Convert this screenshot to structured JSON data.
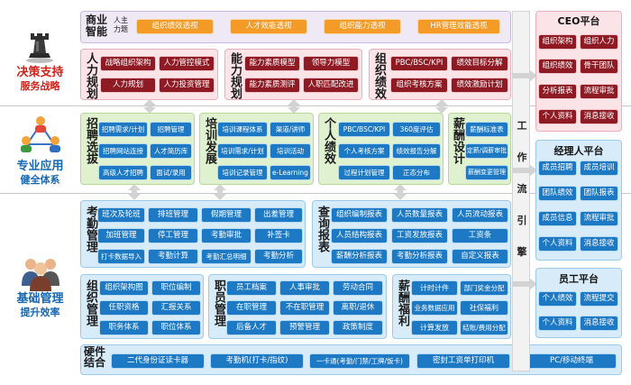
{
  "tiers": {
    "decision": {
      "title": "决策支持",
      "subtitle": "服务战略"
    },
    "professional": {
      "title": "专业应用",
      "subtitle": "健全体系"
    },
    "foundation": {
      "title": "基础管理",
      "subtitle": "提升效率"
    }
  },
  "bi": {
    "label_main": "商业智能",
    "label_sub": "人主力题",
    "items": [
      "组织绩效透视",
      "人才效能透视",
      "组织能力透视",
      "HR管理效能透视"
    ]
  },
  "decision_groups": [
    {
      "label": "人力规划",
      "items": [
        "战略组织架构",
        "人力管控模式",
        "人力规划",
        "人力投资管理"
      ]
    },
    {
      "label": "能力规划",
      "items": [
        "能力素质模型",
        "领导力模型",
        "能力素质测评",
        "人职匹配改进"
      ]
    },
    {
      "label": "组织绩效",
      "items": [
        "PBC/BSC/KPI",
        "绩效目标分解",
        "组织考核方案",
        "绩效激励计划"
      ]
    }
  ],
  "professional_groups": [
    {
      "label": "招聘选拔",
      "items": [
        "招聘需求/计划",
        "招聘管理",
        "招聘网站连接",
        "人才简历库",
        "高级人才招聘",
        "面试/录用"
      ]
    },
    {
      "label": "培训发展",
      "items": [
        "培训课程体系",
        "渠道/讲师",
        "培训需求/计划",
        "培训活动",
        "培训记录管理",
        "e-Learning"
      ]
    },
    {
      "label": "个人绩效",
      "items": [
        "PBC/BSC/KPI",
        "360度评估",
        "个人考核方案",
        "绩效报告分解",
        "过程计划管理",
        "正态分布"
      ]
    },
    {
      "label": "薪酬设计",
      "items": [
        "薪酬标准表",
        "定薪/调薪审批",
        "薪酬变更管理"
      ]
    }
  ],
  "foundation_groups": [
    {
      "label": "考勤管理",
      "items": [
        "班次及轮班",
        "排班管理",
        "假期管理",
        "出差管理",
        "加班管理",
        "停工管理",
        "考勤审批",
        "补签卡",
        "打卡数据导入",
        "考勤计算",
        "考勤汇总明细",
        "考勤分析"
      ]
    },
    {
      "label": "查询报表",
      "items": [
        "组织编制报表",
        "人员数量报表",
        "人员流动报表",
        "人员结构报表",
        "工资发放报表",
        "工资条",
        "薪酬分析报表",
        "考勤分析报表",
        "自定义报表"
      ]
    },
    {
      "label": "组织管理",
      "items": [
        "组织架构图",
        "职位编制",
        "任职资格",
        "汇报关系",
        "职务体系",
        "职位体系"
      ]
    },
    {
      "label": "职员管理",
      "items": [
        "员工档案",
        "人事审批",
        "劳动合同",
        "在职管理",
        "不在职管理",
        "离职/退休",
        "后备人才",
        "预警管理",
        "政策制度"
      ]
    },
    {
      "label": "薪酬福利",
      "items": [
        "计时计件",
        "部门奖金分配",
        "业务数据应用",
        "社保福利",
        "计算发放",
        "结账/费用分配"
      ]
    }
  ],
  "hardware": {
    "label": "硬件结合",
    "items": [
      "二代身份证读卡器",
      "考勤机(打卡/指纹)",
      "一卡通(考勤/门禁/工牌/饭卡)",
      "密封工资单打印机",
      "PC/移动终端"
    ]
  },
  "workflow": {
    "chars": [
      "工",
      "作",
      "流",
      "引",
      "擎"
    ]
  },
  "platforms": [
    {
      "title": "CEO平台",
      "items": [
        "组织架构",
        "组织人力",
        "组织绩效",
        "骨干团队",
        "分析报表",
        "流程审批",
        "个人资料",
        "消息接收"
      ]
    },
    {
      "title": "经理人平台",
      "items": [
        "成员招聘",
        "成员培训",
        "团队绩效",
        "团队报表",
        "成员信息",
        "流程审批",
        "个人资料",
        "消息接收"
      ]
    },
    {
      "title": "员工平台",
      "items": [
        "个人绩效",
        "流程提交",
        "个人资料",
        "消息接收"
      ]
    }
  ]
}
